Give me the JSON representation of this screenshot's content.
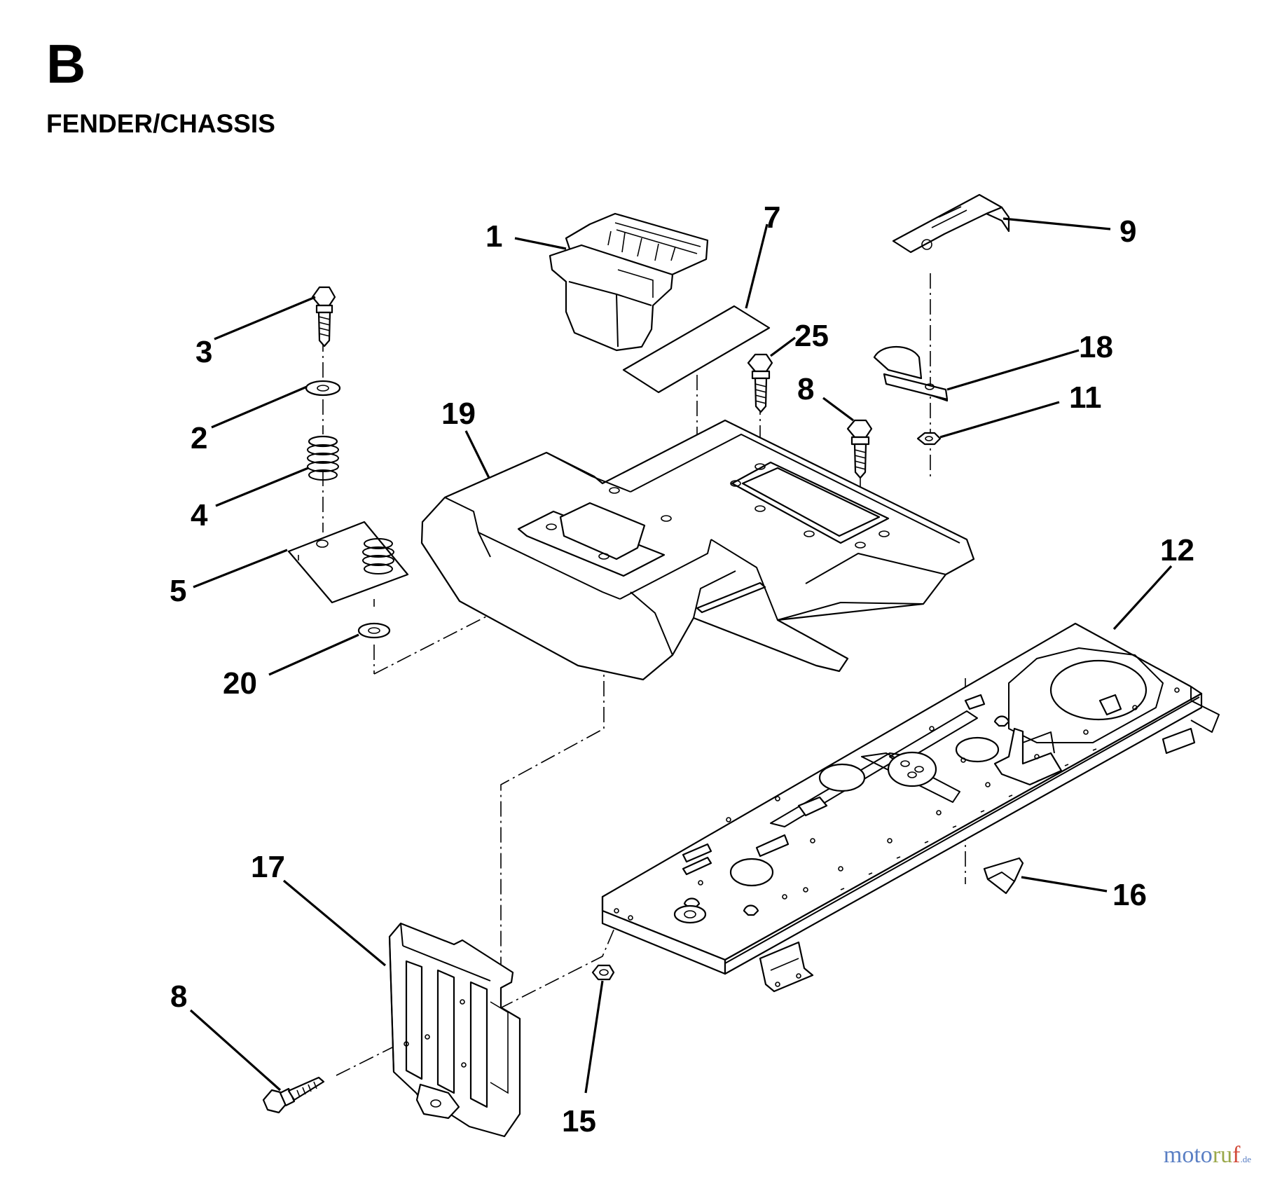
{
  "section": {
    "letter": "B",
    "title": "FENDER/CHASSIS"
  },
  "callouts": [
    {
      "key": "c1",
      "label": "1"
    },
    {
      "key": "c7",
      "label": "7"
    },
    {
      "key": "c9",
      "label": "9"
    },
    {
      "key": "c3",
      "label": "3"
    },
    {
      "key": "c25",
      "label": "25"
    },
    {
      "key": "c18",
      "label": "18"
    },
    {
      "key": "c2",
      "label": "2"
    },
    {
      "key": "c8a",
      "label": "8"
    },
    {
      "key": "c11",
      "label": "11"
    },
    {
      "key": "c19",
      "label": "19"
    },
    {
      "key": "c4",
      "label": "4"
    },
    {
      "key": "c12",
      "label": "12"
    },
    {
      "key": "c5",
      "label": "5"
    },
    {
      "key": "c20",
      "label": "20"
    },
    {
      "key": "c17",
      "label": "17"
    },
    {
      "key": "c16",
      "label": "16"
    },
    {
      "key": "c8b",
      "label": "8"
    },
    {
      "key": "c15",
      "label": "15"
    }
  ],
  "watermark": {
    "part1": "moto",
    "part2": "ru",
    "part3": "f",
    "suffix": ".de"
  }
}
